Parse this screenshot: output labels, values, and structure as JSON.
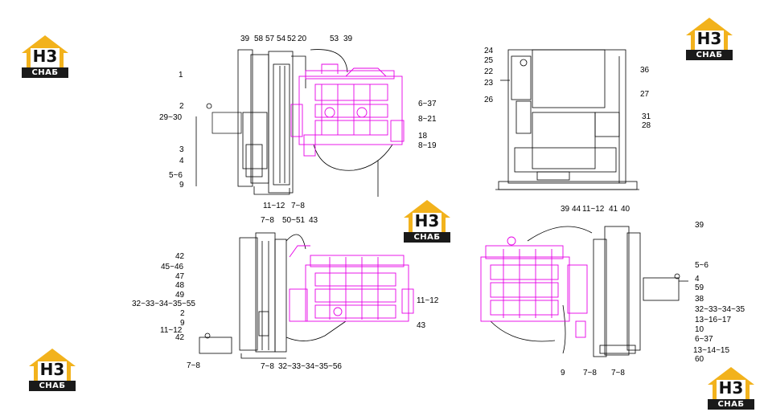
{
  "brand": {
    "logo_mark": "H3",
    "logo_text": "СНАБ"
  },
  "views": {
    "top_left": {
      "labels": [
        "39",
        "58",
        "57",
        "54",
        "52",
        "20",
        "53",
        "39",
        "1",
        "2",
        "29~30",
        "3",
        "4",
        "5~6",
        "9",
        "11~12",
        "7~8",
        "6~37",
        "8~21",
        "18",
        "8~19"
      ]
    },
    "top_right": {
      "labels": [
        "24",
        "25",
        "22",
        "23",
        "26",
        "36",
        "27",
        "31",
        "28"
      ]
    },
    "bottom_left": {
      "labels": [
        "7~8",
        "50~51",
        "43",
        "42",
        "45~46",
        "47",
        "48",
        "49",
        "32~33~34~35~55",
        "2",
        "9",
        "11~12",
        "42",
        "7~8",
        "7~8",
        "32~33~34~35~56",
        "11~12",
        "43"
      ]
    },
    "bottom_right": {
      "labels": [
        "39",
        "44",
        "11~12",
        "41",
        "40",
        "39",
        "5~6",
        "4",
        "59",
        "38",
        "32~33~34~35",
        "13~16~17",
        "10",
        "6~37",
        "13~14~15",
        "60",
        "9",
        "7~8",
        "7~8"
      ]
    }
  }
}
